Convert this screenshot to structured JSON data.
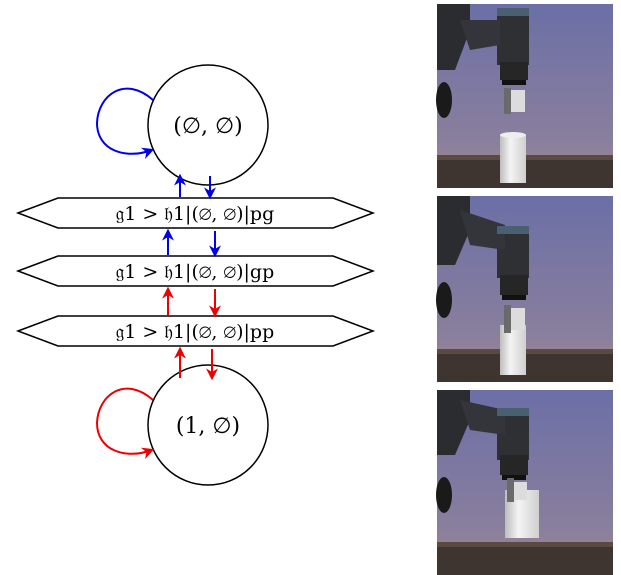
{
  "diagram": {
    "states": [
      {
        "id": "top",
        "label": "(∅, ∅)",
        "loop_color": "#0000ee"
      },
      {
        "id": "bottom",
        "label": "(1, ∅)",
        "loop_color": "#ee0000"
      }
    ],
    "transitions": [
      {
        "id": "pg",
        "label": "𝔤1 > 𝔥1|(∅, ∅)|pg"
      },
      {
        "id": "gp",
        "label": "𝔤1 > 𝔥1|(∅, ∅)|gp"
      },
      {
        "id": "pp",
        "label": "𝔤1 > 𝔥1|(∅, ∅)|pp"
      }
    ],
    "colors": {
      "blue_arrow": "#0000ee",
      "red_arrow": "#ee0000",
      "stroke": "#000000"
    }
  },
  "photos": [
    {
      "id": "photo-1",
      "subject": "robot gripper above cylinder"
    },
    {
      "id": "photo-2",
      "subject": "gripper inserting peg into cylinder"
    },
    {
      "id": "photo-3",
      "subject": "peg placed in cylinder, gripper released"
    }
  ]
}
